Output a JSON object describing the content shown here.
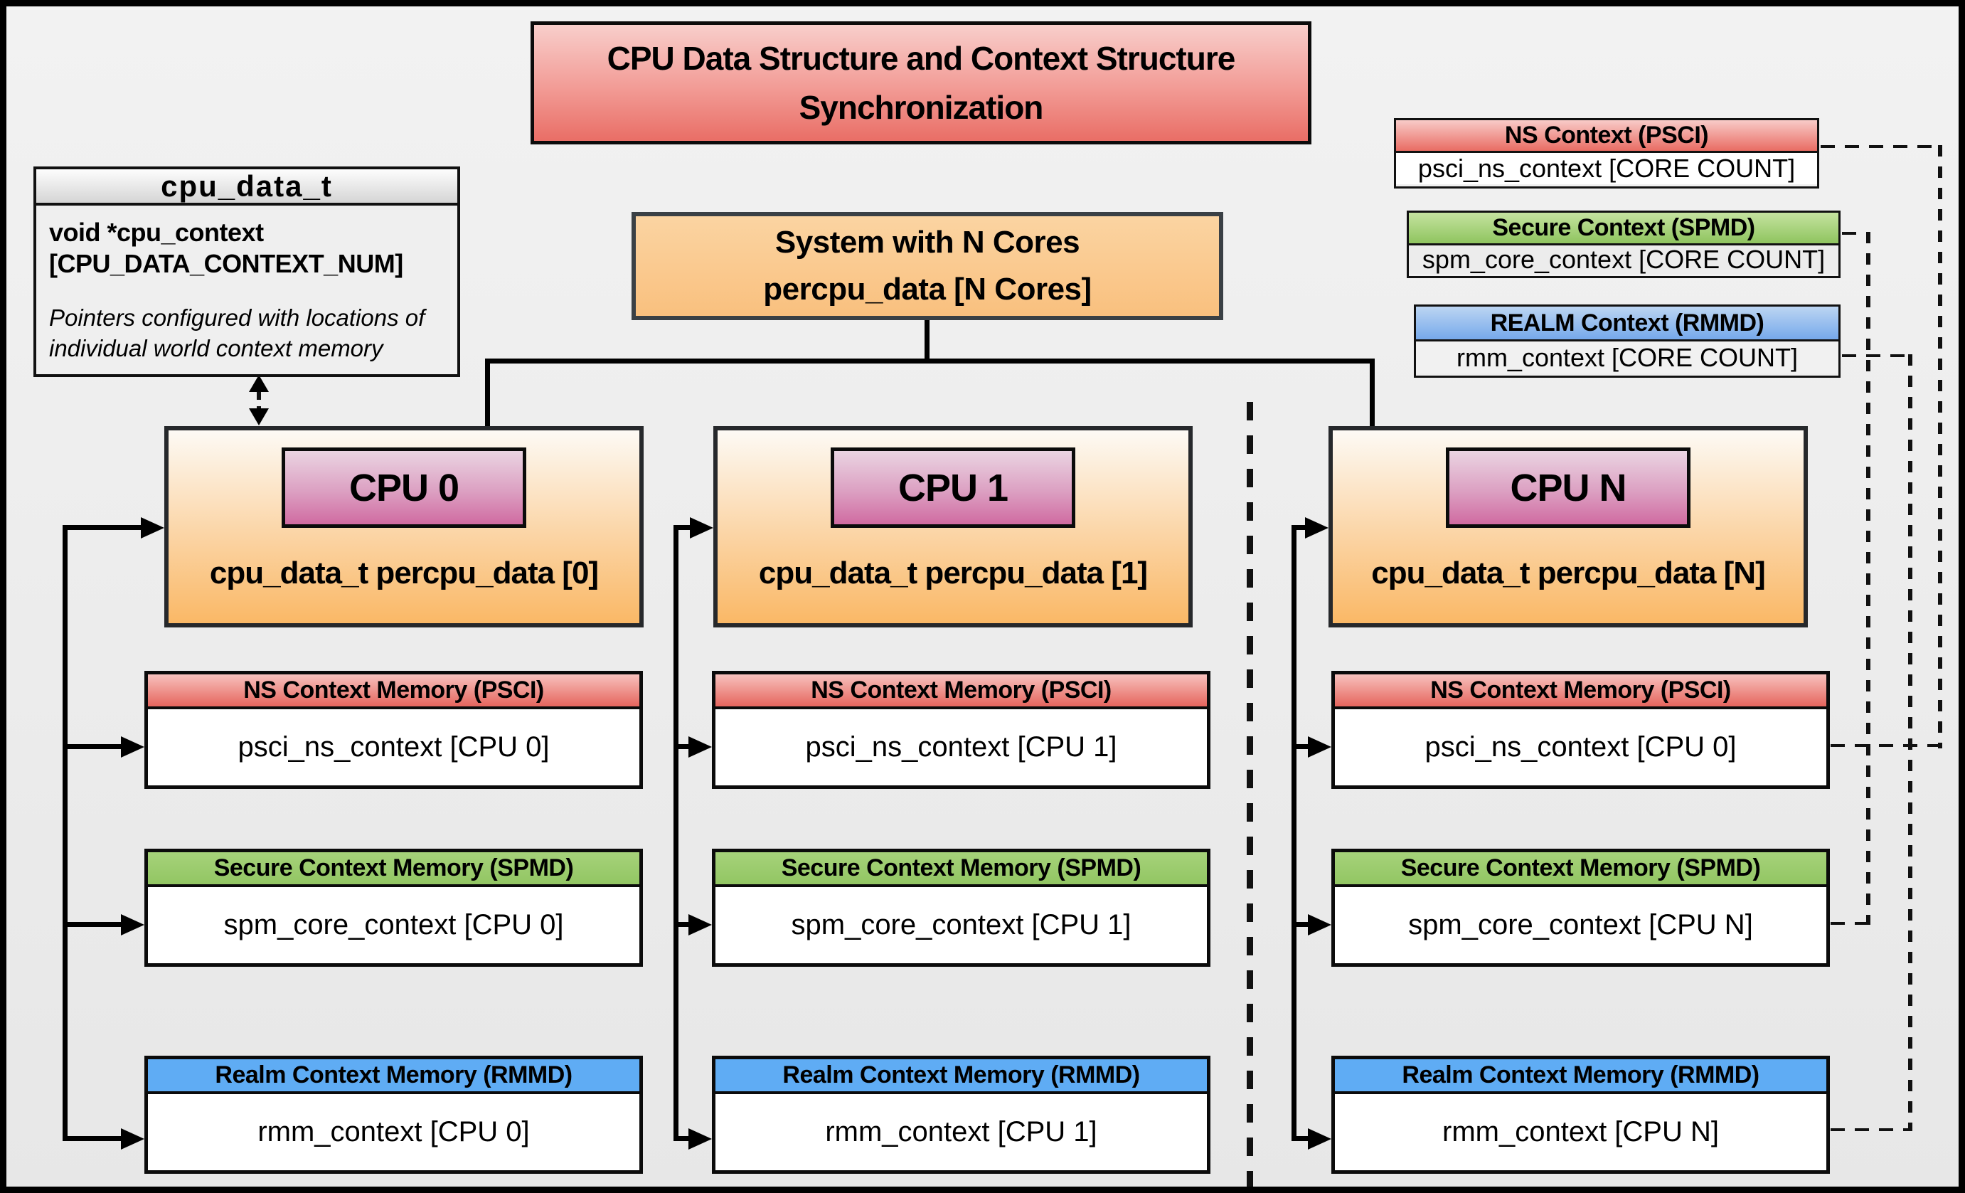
{
  "title": {
    "line1": "CPU Data Structure and Context Structure",
    "line2": "Synchronization"
  },
  "cpu_data_t": {
    "header": "cpu_data_t",
    "field_line1": "void  *cpu_context",
    "field_line2": "[CPU_DATA_CONTEXT_NUM]",
    "note": "Pointers configured with locations of individual world context memory"
  },
  "system_box": {
    "line1": "System with N Cores",
    "line2": "percpu_data [N Cores]"
  },
  "legend": {
    "ns": {
      "title": "NS Context  (PSCI)",
      "value": "psci_ns_context [CORE COUNT]"
    },
    "secure": {
      "title": "Secure Context (SPMD)",
      "value": "spm_core_context [CORE COUNT]"
    },
    "realm": {
      "title": "REALM Context (RMMD)",
      "value": "rmm_context [CORE COUNT]"
    }
  },
  "context_headers": {
    "ns": "NS Context Memory (PSCI)",
    "secure": "Secure Context Memory (SPMD)",
    "realm": "Realm Context Memory (RMMD)"
  },
  "cpus": [
    {
      "name": "CPU 0",
      "data_label": "cpu_data_t percpu_data [0]",
      "ns_value": "psci_ns_context [CPU 0]",
      "secure_value": "spm_core_context [CPU 0]",
      "realm_value": "rmm_context [CPU 0]"
    },
    {
      "name": "CPU 1",
      "data_label": "cpu_data_t percpu_data [1]",
      "ns_value": "psci_ns_context [CPU 1]",
      "secure_value": "spm_core_context [CPU 1]",
      "realm_value": "rmm_context [CPU 1]"
    },
    {
      "name": "CPU N",
      "data_label": "cpu_data_t percpu_data [N]",
      "ns_value": "psci_ns_context [CPU 0]",
      "secure_value": "spm_core_context [CPU N]",
      "realm_value": "rmm_context [CPU N]"
    }
  ],
  "colors": {
    "background": "#EDEDED",
    "title_gradient_top": "#F8CECB",
    "title_gradient_bottom": "#E96E66",
    "system_fill_top": "#FBD4A2",
    "system_fill_bottom": "#F9C07E",
    "cpu_box_gradient_top": "#FDFAF5",
    "cpu_box_gradient_bottom": "#FAB866",
    "cpu_label_gradient_top": "#EAD4E2",
    "cpu_label_gradient_bottom": "#D06BA1",
    "ns_header": "#E5655D",
    "secure_header": "#92C663",
    "realm_header": "#5FACF4",
    "struct_header_top": "#FDFDFD",
    "struct_header_bottom": "#D5D5D5",
    "line_color": "#000000"
  }
}
